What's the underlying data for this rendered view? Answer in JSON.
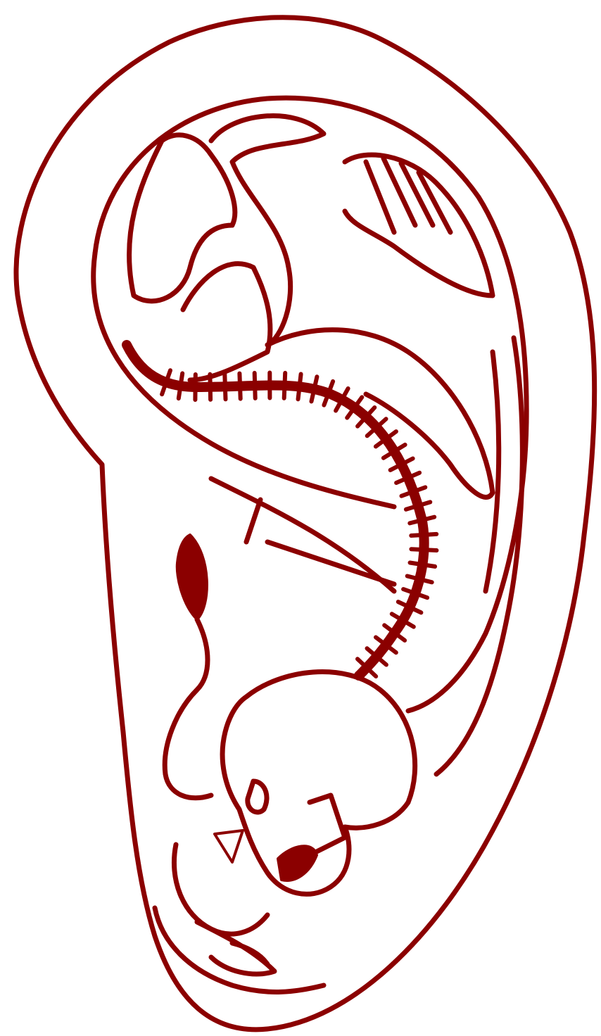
{
  "figure": {
    "icon": "ear-fetus-icon",
    "ink_color": "#8b0000",
    "background_color": "#ffffff",
    "filled_parts": [
      "spine",
      "vertebrae",
      "ear-notch",
      "face-features"
    ]
  }
}
